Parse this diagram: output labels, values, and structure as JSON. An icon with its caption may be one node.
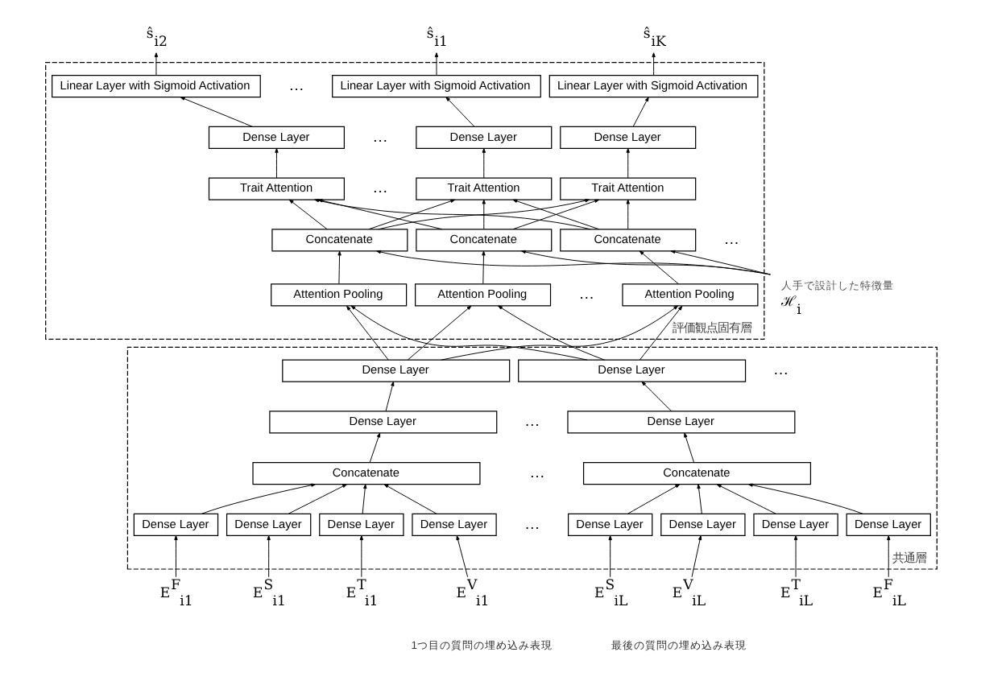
{
  "diagram": {
    "nodes": [
      {
        "text": [
          "ŝ$_{i1}$"
        ]
      },
      {
        "text": [
          "ŝ$_{i2}$"
        ]
      },
      {
        "text": [
          "ŝ$_{iK}$"
        ]
      },
      {
        "text": [
          "評価観点固有層"
        ]
      },
      {
        "text": [
          "Linear Layer with Sigmoid Activation"
        ],
        "in": 3
      },
      {
        "text": [
          "Linear Layer with Sigmoid Activation"
        ],
        "in": 3
      },
      {
        "text": [
          "Linear Layer with Sigmoid Activation"
        ],
        "in": 3
      },
      {
        "text": [
          "Dense Layer"
        ],
        "in": 3
      },
      {
        "text": [
          "Dense Layer"
        ],
        "in": 3
      },
      {
        "text": [
          "Dense Layer"
        ],
        "in": 3
      },
      {
        "text": [
          "Trait Attention"
        ],
        "in": 3
      },
      {
        "text": [
          "Trait Attention"
        ],
        "in": 3
      },
      {
        "text": [
          "Trait Attention"
        ],
        "in": 3
      },
      {
        "text": [
          "Concatenate"
        ],
        "in": 3
      },
      {
        "text": [
          "Concatenate"
        ],
        "in": 3
      },
      {
        "text": [
          "Concatenate"
        ],
        "in": 3
      },
      {
        "text": [
          "Attention Pooling"
        ],
        "in": 3
      },
      {
        "text": [
          "Attention Pooling"
        ],
        "in": 3
      },
      {
        "text": [
          "Attention Pooling"
        ],
        "in": 3
      },
      {
        "text": [
          "ℋ$_{i}$"
        ],
        "beside": [
          "人手で設計した特徴量"
        ]
      },
      {
        "text": [
          "共通層"
        ]
      },
      {
        "text": [
          "Dense Layer"
        ],
        "in": 20
      },
      {
        "text": [
          "Dense Layer"
        ],
        "in": 20
      },
      {
        "text": [
          "Dense Layer"
        ],
        "in": 20
      },
      {
        "text": [
          "Dense Layer"
        ],
        "in": 20
      },
      {
        "text": [
          "Concatenate"
        ],
        "in": 20
      },
      {
        "text": [
          "Concatenate"
        ],
        "in": 20
      },
      {
        "text": [
          "Dense Layer"
        ],
        "in": 20
      },
      {
        "text": [
          "Dense Layer"
        ],
        "in": 20
      },
      {
        "text": [
          "Dense Layer"
        ],
        "in": 20
      },
      {
        "text": [
          "Dense Layer"
        ],
        "in": 20
      },
      {
        "text": [
          "Dense Layer"
        ],
        "in": 20
      },
      {
        "text": [
          "Dense Layer"
        ],
        "in": 20
      },
      {
        "text": [
          "Dense Layer"
        ],
        "in": 20
      },
      {
        "text": [
          "Dense Layer"
        ],
        "in": 20
      },
      {
        "text": [
          "E$^{T}$$_{i1}$"
        ]
      },
      {
        "text": [
          "E$^{V}$$_{i1}$"
        ]
      },
      {
        "text": [
          "E$^{F}$$_{i1}$"
        ]
      },
      {
        "text": [
          "E$^{S}$$_{i1}$"
        ]
      },
      {
        "text": [
          "E$^{T}$$_{iL}$"
        ]
      },
      {
        "text": [
          "E$^{V}$$_{iL}$"
        ]
      },
      {
        "text": [
          "E$^{F}$$_{iL}$"
        ]
      },
      {
        "text": [
          "E$^{S}$$_{iL}$"
        ]
      }
    ],
    "edges": [
      {
        "from": 4,
        "to": 0,
        "arrow": "to"
      },
      {
        "from": 5,
        "to": 1,
        "arrow": "to"
      },
      {
        "from": 6,
        "to": 2,
        "arrow": "to"
      },
      {
        "from": 7,
        "to": 4,
        "arrow": "to"
      },
      {
        "from": 8,
        "to": 5,
        "arrow": "to"
      },
      {
        "from": 9,
        "to": 6,
        "arrow": "to"
      },
      {
        "from": 10,
        "to": 7,
        "arrow": "to"
      },
      {
        "from": 11,
        "to": 8,
        "arrow": "to"
      },
      {
        "from": 12,
        "to": 9,
        "arrow": "to"
      },
      {
        "from": 13,
        "to": 10,
        "arrow": "to"
      },
      {
        "from": 13,
        "to": 11,
        "arrow": "to"
      },
      {
        "from": 13,
        "to": 12,
        "arrow": "to"
      },
      {
        "from": 14,
        "to": 10,
        "arrow": "to"
      },
      {
        "from": 14,
        "to": 11,
        "arrow": "to"
      },
      {
        "from": 14,
        "to": 12,
        "arrow": "to"
      },
      {
        "from": 15,
        "to": 10,
        "arrow": "to"
      },
      {
        "from": 15,
        "to": 11,
        "arrow": "to"
      },
      {
        "from": 15,
        "to": 12,
        "arrow": "to"
      },
      {
        "from": 16,
        "to": 13,
        "arrow": "to"
      },
      {
        "from": 17,
        "to": 14,
        "arrow": "to"
      },
      {
        "from": 18,
        "to": 15,
        "arrow": "to"
      },
      {
        "from": 19,
        "to": 13,
        "arrow": "to"
      },
      {
        "from": 19,
        "to": 14,
        "arrow": "to"
      },
      {
        "from": 19,
        "to": 15,
        "arrow": "to"
      },
      {
        "from": 21,
        "to": 16,
        "arrow": "to"
      },
      {
        "from": 21,
        "to": 17,
        "arrow": "to"
      },
      {
        "from": 21,
        "to": 18,
        "arrow": "to"
      },
      {
        "from": 22,
        "to": 16,
        "arrow": "to"
      },
      {
        "from": 22,
        "to": 17,
        "arrow": "to"
      },
      {
        "from": 22,
        "to": 18,
        "arrow": "to"
      },
      {
        "from": 23,
        "to": 21,
        "arrow": "to"
      },
      {
        "from": 24,
        "to": 22,
        "arrow": "to"
      },
      {
        "from": 25,
        "to": 23,
        "arrow": "to"
      },
      {
        "from": 26,
        "to": 24,
        "arrow": "to"
      },
      {
        "from": 27,
        "to": 25,
        "arrow": "to"
      },
      {
        "from": 28,
        "to": 25,
        "arrow": "to"
      },
      {
        "from": 29,
        "to": 25,
        "arrow": "to"
      },
      {
        "from": 30,
        "to": 25,
        "arrow": "to"
      },
      {
        "from": 31,
        "to": 26,
        "arrow": "to"
      },
      {
        "from": 32,
        "to": 26,
        "arrow": "to"
      },
      {
        "from": 33,
        "to": 26,
        "arrow": "to"
      },
      {
        "from": 34,
        "to": 26,
        "arrow": "to"
      },
      {
        "from": 35,
        "to": 27,
        "arrow": "to"
      },
      {
        "from": 36,
        "to": 28,
        "arrow": "to"
      },
      {
        "from": 37,
        "to": 29,
        "arrow": "to"
      },
      {
        "from": 38,
        "to": 30,
        "arrow": "to"
      },
      {
        "from": 39,
        "to": 31,
        "arrow": "to"
      },
      {
        "from": 40,
        "to": 32,
        "arrow": "to"
      },
      {
        "from": 41,
        "to": 33,
        "arrow": "to"
      },
      {
        "from": 42,
        "to": 34,
        "arrow": "to"
      }
    ],
    "labels": [
      "…",
      "…",
      "…",
      "…",
      "…",
      "…",
      "…",
      "…",
      "…",
      "1つ目の質問の埋め込み表現",
      "最後の質問の埋め込み表現"
    ]
  }
}
